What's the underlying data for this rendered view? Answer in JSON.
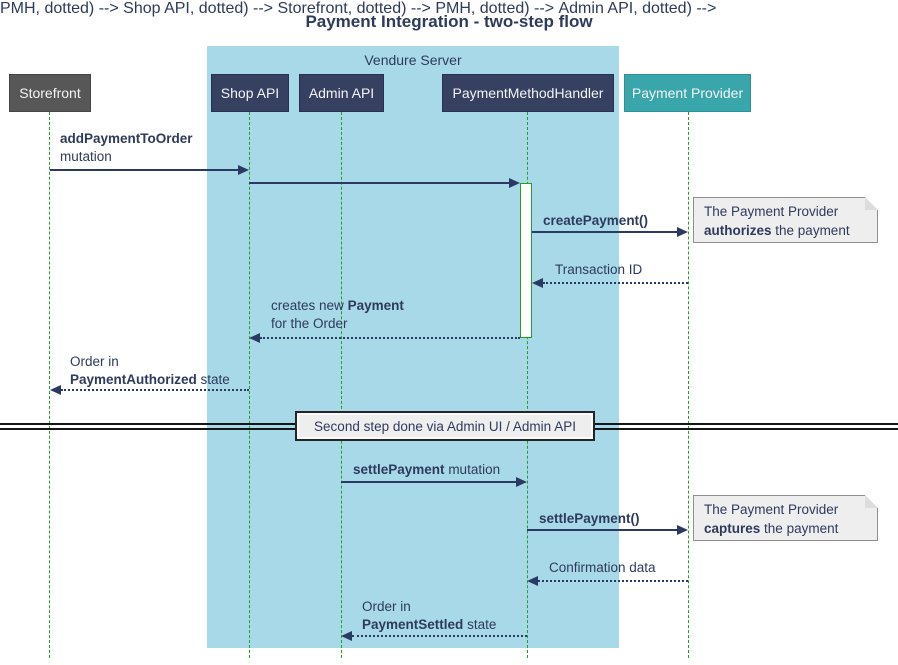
{
  "title": "Payment Integration - two-step flow",
  "server_group": {
    "label": "Vendure Server"
  },
  "participants": [
    {
      "name": "storefront",
      "label": "Storefront"
    },
    {
      "name": "shop-api",
      "label": "Shop API"
    },
    {
      "name": "admin-api",
      "label": "Admin API"
    },
    {
      "name": "payment-method-handler",
      "label": "PaymentMethodHandler"
    },
    {
      "name": "payment-provider",
      "label": "Payment Provider"
    }
  ],
  "messages": {
    "add_payment": {
      "bold": "addPaymentToOrder",
      "normal": "mutation"
    },
    "create_payment": {
      "bold": "createPayment()"
    },
    "transaction_id": {
      "normal": "Transaction ID"
    },
    "creates_payment": {
      "normal_before": "creates new",
      "bold": "Payment",
      "line2": "for the Order"
    },
    "order_authorized": {
      "line1": "Order in",
      "bold": "PaymentAuthorized",
      "normal_after": "state"
    },
    "settle_payment_mutation": {
      "bold": "settlePayment",
      "normal": "mutation"
    },
    "settle_payment_call": {
      "bold": "settlePayment()"
    },
    "confirmation_data": {
      "normal": "Confirmation data"
    },
    "order_settled": {
      "line1": "Order in",
      "bold": "PaymentSettled",
      "normal_after": "state"
    }
  },
  "notes": {
    "authorize": {
      "line1": "The Payment Provider",
      "bold": "authorizes",
      "rest": "the payment"
    },
    "capture": {
      "line1": "The Payment Provider",
      "bold": "captures",
      "rest": "the payment"
    }
  },
  "divider": {
    "label": "Second step done via Admin UI / Admin API"
  },
  "colors": {
    "server_bg": "#a8d9e8",
    "participant_navy": "#364060",
    "participant_gray": "#575757",
    "participant_teal": "#39a6ac",
    "lifeline_green": "#22a022",
    "arrow_navy": "#2b3a63",
    "note_bg": "#eeeeee",
    "divider_bg": "#eeeeee",
    "text_navy": "#2e3a5c"
  }
}
